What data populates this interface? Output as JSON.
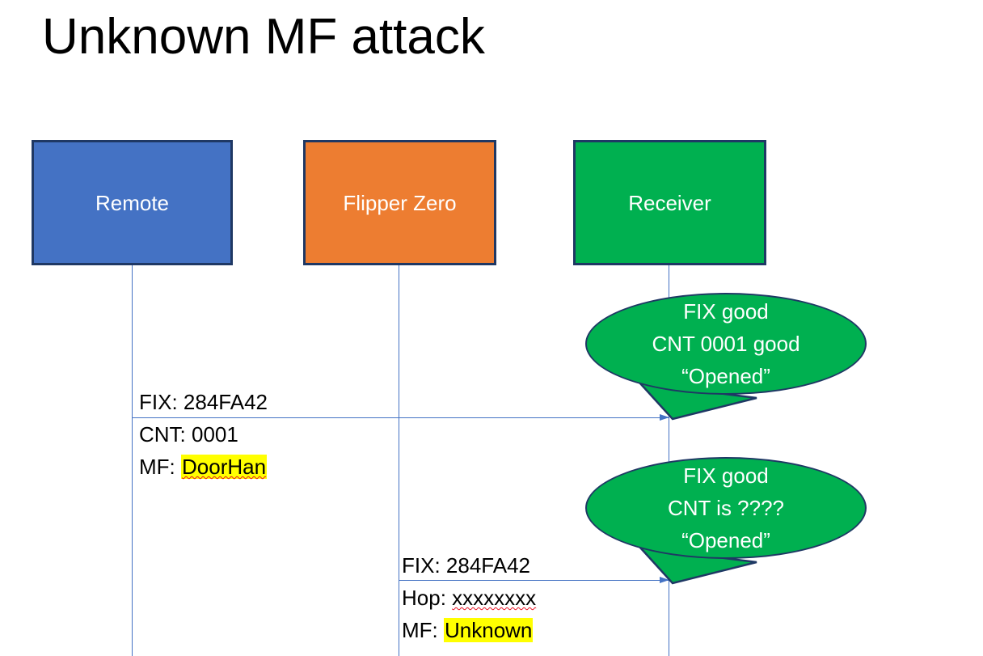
{
  "slide": {
    "title": "Unknown MF attack",
    "background_color": "#FFFFFF"
  },
  "colors": {
    "remote_box": "#4472C4",
    "flipper_box": "#ED7D31",
    "receiver_box": "#00B050",
    "box_border": "#1F3864",
    "lifeline": "#4472C4",
    "arrow": "#4472C4",
    "bubble_fill": "#00B050",
    "bubble_border": "#1F3864",
    "highlight": "#FFFF00",
    "spellcheck_underline": "#E81123",
    "text_dark": "#000000",
    "text_light": "#FFFFFF"
  },
  "actors": [
    {
      "id": "remote",
      "label": "Remote",
      "color": "#4472C4"
    },
    {
      "id": "flipper",
      "label": "Flipper Zero",
      "color": "#ED7D31"
    },
    {
      "id": "receiver",
      "label": "Receiver",
      "color": "#00B050"
    }
  ],
  "messages": [
    {
      "id": "msg-1",
      "from": "remote",
      "to": "receiver",
      "lines": [
        {
          "prefix": "FIX: ",
          "value": "284FA42",
          "highlighted": false,
          "spellcheck_flag": false
        },
        {
          "prefix": "CNT: ",
          "value": "0001",
          "highlighted": false,
          "spellcheck_flag": false
        },
        {
          "prefix": "MF: ",
          "value": "DoorHan",
          "highlighted": true,
          "spellcheck_flag": true
        }
      ]
    },
    {
      "id": "msg-2",
      "from": "flipper",
      "to": "receiver",
      "lines": [
        {
          "prefix": "FIX: ",
          "value": "284FA42",
          "highlighted": false,
          "spellcheck_flag": false
        },
        {
          "prefix": "Hop: ",
          "value": "xxxxxxxx",
          "highlighted": false,
          "spellcheck_flag": true
        },
        {
          "prefix": "MF: ",
          "value": "Unknown",
          "highlighted": true,
          "spellcheck_flag": false
        }
      ]
    }
  ],
  "bubbles": [
    {
      "id": "bubble-1",
      "owner": "receiver",
      "lines": [
        "FIX good",
        "CNT 0001 good",
        "“Opened”"
      ]
    },
    {
      "id": "bubble-2",
      "owner": "receiver",
      "lines": [
        "FIX good",
        "CNT is ????",
        "“Opened”"
      ]
    }
  ]
}
